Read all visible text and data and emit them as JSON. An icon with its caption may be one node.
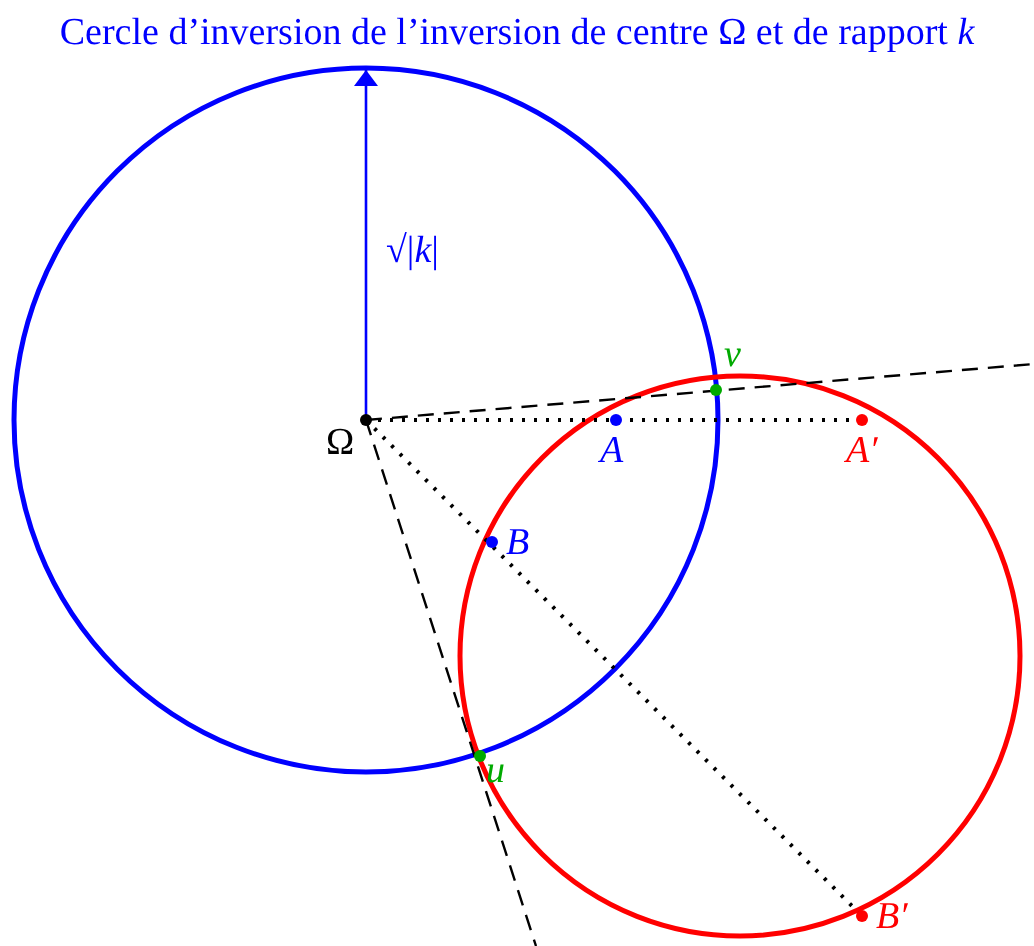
{
  "diagram": {
    "title": "Cercle d’inversion de l’inversion de centre Ω et de rapport *k*",
    "labels": [
      "√|*k*|",
      "Ω",
      "v",
      "A",
      "A′",
      "B",
      "u",
      "B′"
    ]
  }
}
